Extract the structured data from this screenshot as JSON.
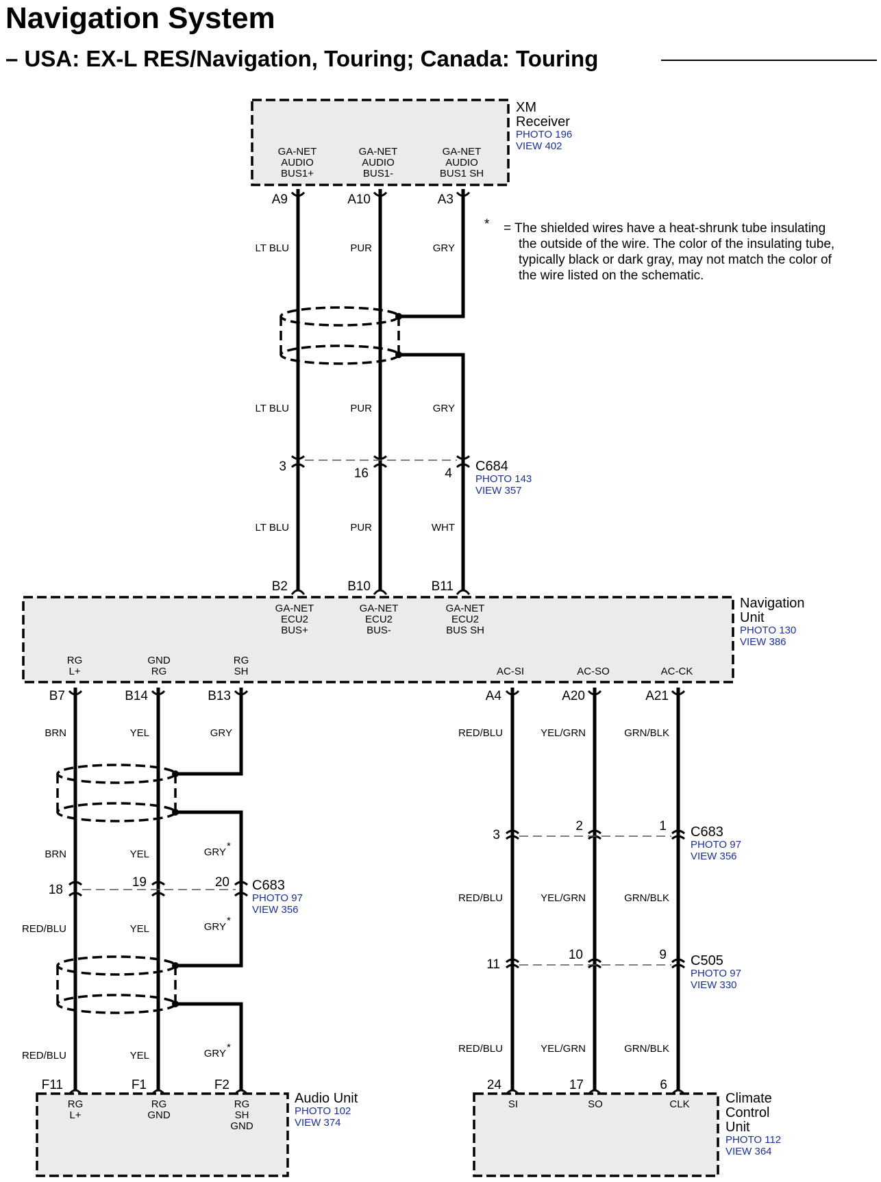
{
  "title": "Navigation System",
  "subtitle": "– USA: EX-L RES/Navigation, Touring; Canada: Touring",
  "note": {
    "symbol": "*",
    "lines": [
      "= The shielded wires have a heat-shrunk tube insulating",
      "the outside of the wire.  The color of the insulating tube,",
      "typically black or dark gray, may not match the color of",
      "the wire listed on the schematic."
    ]
  },
  "xm_receiver": {
    "name": [
      "XM",
      "Receiver"
    ],
    "photo": "PHOTO 196",
    "view": "VIEW 402",
    "terminals": [
      {
        "lines": [
          "GA-NET",
          "AUDIO",
          "BUS1+"
        ],
        "pin": "A9"
      },
      {
        "lines": [
          "GA-NET",
          "AUDIO",
          "BUS1-"
        ],
        "pin": "A10"
      },
      {
        "lines": [
          "GA-NET",
          "AUDIO",
          "BUS1 SH"
        ],
        "pin": "A3"
      }
    ]
  },
  "top_wires": {
    "upper": [
      "LT BLU",
      "PUR",
      "GRY"
    ],
    "mid": [
      "LT BLU",
      "PUR",
      "GRY"
    ],
    "lower": [
      "LT BLU",
      "PUR",
      "WHT"
    ]
  },
  "c684": {
    "name": "C684",
    "photo": "PHOTO 143",
    "view": "VIEW 357",
    "pins": [
      "3",
      "16",
      "4"
    ]
  },
  "navigation_unit": {
    "name": [
      "Navigation",
      "Unit"
    ],
    "photo": "PHOTO 130",
    "view": "VIEW 386",
    "top_terminals": [
      {
        "lines": [
          "GA-NET",
          "ECU2",
          "BUS+"
        ],
        "pin": "B2"
      },
      {
        "lines": [
          "GA-NET",
          "ECU2",
          "BUS-"
        ],
        "pin": "B10"
      },
      {
        "lines": [
          "GA-NET",
          "ECU2",
          "BUS SH"
        ],
        "pin": "B11"
      }
    ],
    "bottom_left_terminals": [
      {
        "lines": [
          "RG",
          "L+"
        ],
        "pin": "B7"
      },
      {
        "lines": [
          "GND",
          "RG"
        ],
        "pin": "B14"
      },
      {
        "lines": [
          "RG",
          "SH"
        ],
        "pin": "B13"
      }
    ],
    "bottom_right_terminals": [
      {
        "lines": [
          "AC-SI"
        ],
        "pin": "A4"
      },
      {
        "lines": [
          "AC-SO"
        ],
        "pin": "A20"
      },
      {
        "lines": [
          "AC-CK"
        ],
        "pin": "A21"
      }
    ]
  },
  "left_wires": {
    "w1": [
      "BRN",
      "YEL",
      "GRY"
    ],
    "w2": [
      "BRN",
      "YEL",
      "GRY"
    ],
    "w3": [
      "RED/BLU",
      "YEL",
      "GRY"
    ],
    "w4": [
      "RED/BLU",
      "YEL",
      "GRY"
    ],
    "star": "*"
  },
  "c683_left": {
    "name": "C683",
    "photo": "PHOTO 97",
    "view": "VIEW 356",
    "pins": [
      "18",
      "19",
      "20"
    ]
  },
  "audio_unit": {
    "name": "Audio Unit",
    "photo": "PHOTO 102",
    "view": "VIEW 374",
    "terminals": [
      {
        "lines": [
          "RG",
          "L+"
        ],
        "pin": "F11"
      },
      {
        "lines": [
          "RG",
          "GND"
        ],
        "pin": "F1"
      },
      {
        "lines": [
          "RG",
          "SH",
          "GND"
        ],
        "pin": "F2"
      }
    ]
  },
  "right_wires": {
    "w1": [
      "RED/BLU",
      "YEL/GRN",
      "GRN/BLK"
    ],
    "w2": [
      "RED/BLU",
      "YEL/GRN",
      "GRN/BLK"
    ],
    "w3": [
      "RED/BLU",
      "YEL/GRN",
      "GRN/BLK"
    ]
  },
  "c683_right": {
    "name": "C683",
    "photo": "PHOTO 97",
    "view": "VIEW 356",
    "pins": [
      "3",
      "2",
      "1"
    ]
  },
  "c505": {
    "name": "C505",
    "photo": "PHOTO 97",
    "view": "VIEW 330",
    "pins": [
      "11",
      "10",
      "9"
    ]
  },
  "climate_control_unit": {
    "name": [
      "Climate",
      "Control",
      "Unit"
    ],
    "photo": "PHOTO 112",
    "view": "VIEW 364",
    "terminals": [
      {
        "lines": [
          "SI"
        ],
        "pin": "24"
      },
      {
        "lines": [
          "SO"
        ],
        "pin": "17"
      },
      {
        "lines": [
          "CLK"
        ],
        "pin": "6"
      }
    ]
  }
}
